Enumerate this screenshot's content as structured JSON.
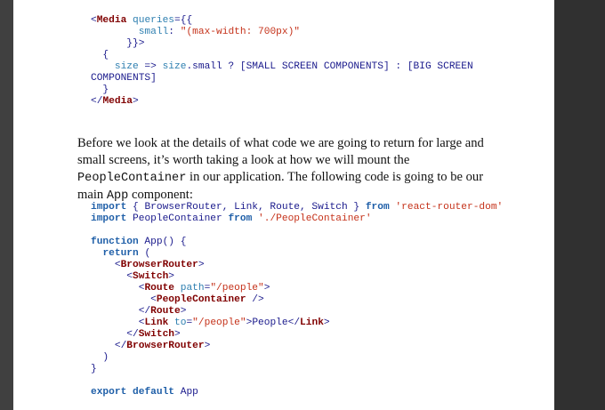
{
  "code_block_1": [
    [
      [
        "p",
        "<"
      ],
      [
        "t",
        "Media"
      ],
      [
        "a",
        " queries"
      ],
      [
        "p",
        "={{"
      ]
    ],
    [
      [
        "p",
        "        "
      ],
      [
        "a",
        "small"
      ],
      [
        "p",
        ": "
      ],
      [
        "s",
        "\"(max-width: 700px)\""
      ]
    ],
    [
      [
        "p",
        "      }}>"
      ]
    ],
    [
      [
        "p",
        "  {"
      ]
    ],
    [
      [
        "p",
        "    "
      ],
      [
        "a",
        "size"
      ],
      [
        "p",
        " => "
      ],
      [
        "a",
        "size"
      ],
      [
        "p",
        ".small ? [SMALL SCREEN COMPONENTS] : [BIG SCREEN"
      ]
    ],
    [
      [
        "p",
        "COMPONENTS]"
      ]
    ],
    [
      [
        "p",
        "  }"
      ]
    ],
    [
      [
        "p",
        "</"
      ],
      [
        "t",
        "Media"
      ],
      [
        "p",
        ">"
      ]
    ]
  ],
  "paragraph": {
    "text_before": "Before we look at the details of what code we are going to return for large and small screens, it’s worth taking a look at how we will mount the ",
    "code_term_1": "PeopleContainer",
    "text_middle": " in our application. The following code is going to be our main ",
    "code_term_2": "App",
    "text_after": " component:"
  },
  "code_block_2": [
    [
      [
        "k",
        "import"
      ],
      [
        "p",
        " { BrowserRouter, Link, Route, Switch } "
      ],
      [
        "k",
        "from"
      ],
      [
        "p",
        " "
      ],
      [
        "s",
        "'react-router-dom'"
      ]
    ],
    [
      [
        "k",
        "import"
      ],
      [
        "p",
        " PeopleContainer "
      ],
      [
        "k",
        "from"
      ],
      [
        "p",
        " "
      ],
      [
        "s",
        "'./PeopleContainer'"
      ]
    ],
    [],
    [
      [
        "k",
        "function"
      ],
      [
        "p",
        " App() {"
      ]
    ],
    [
      [
        "p",
        "  "
      ],
      [
        "k",
        "return"
      ],
      [
        "p",
        " ("
      ]
    ],
    [
      [
        "p",
        "    <"
      ],
      [
        "t",
        "BrowserRouter"
      ],
      [
        "p",
        ">"
      ]
    ],
    [
      [
        "p",
        "      <"
      ],
      [
        "t",
        "Switch"
      ],
      [
        "p",
        ">"
      ]
    ],
    [
      [
        "p",
        "        <"
      ],
      [
        "t",
        "Route"
      ],
      [
        "a",
        " path"
      ],
      [
        "p",
        "="
      ],
      [
        "s",
        "\"/people\""
      ],
      [
        "p",
        ">"
      ]
    ],
    [
      [
        "p",
        "          <"
      ],
      [
        "t",
        "PeopleContainer"
      ],
      [
        "p",
        " />"
      ]
    ],
    [
      [
        "p",
        "        </"
      ],
      [
        "t",
        "Route"
      ],
      [
        "p",
        ">"
      ]
    ],
    [
      [
        "p",
        "        <"
      ],
      [
        "t",
        "Link"
      ],
      [
        "a",
        " to"
      ],
      [
        "p",
        "="
      ],
      [
        "s",
        "\"/people\""
      ],
      [
        "p",
        ">People</"
      ],
      [
        "t",
        "Link"
      ],
      [
        "p",
        ">"
      ]
    ],
    [
      [
        "p",
        "      </"
      ],
      [
        "t",
        "Switch"
      ],
      [
        "p",
        ">"
      ]
    ],
    [
      [
        "p",
        "    </"
      ],
      [
        "t",
        "BrowserRouter"
      ],
      [
        "p",
        ">"
      ]
    ],
    [
      [
        "p",
        "  )"
      ]
    ],
    [
      [
        "p",
        "}"
      ]
    ],
    [],
    [
      [
        "k",
        "export"
      ],
      [
        "p",
        " "
      ],
      [
        "k",
        "default"
      ],
      [
        "p",
        " App"
      ]
    ]
  ]
}
